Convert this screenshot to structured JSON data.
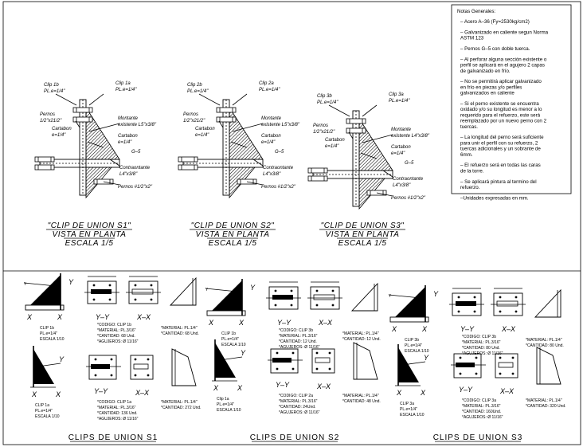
{
  "notes": {
    "header": "Notas Generales:",
    "items": [
      [
        "– Acero A–36  (Fy=2530kg/cm2)"
      ],
      [
        "– Galvanizado en caliente segun Norma",
        "ASTM 123"
      ],
      [
        "– Pernos G–5 con doble tuerca."
      ],
      [
        "– Al perforar alguna sección existente o",
        "perfil se aplicará en el agujero 2 capas",
        "de galvanizado en frío."
      ],
      [
        "– No se permitirá aplicar galvanizado",
        "en frío en piezas y/o perfiles",
        "galvanizados en caliente"
      ],
      [
        "– Si el perno existente se encuentra",
        "oxidado y/o su longitud es menor a lo",
        "requerido para el refuerzo, este será",
        "reemplazado por un nuevo perno con 2",
        "tuercas."
      ],
      [
        "– La longitud del perno será suficiente",
        "para unir el perfil con su refuerzo, 2",
        "tuercas adicionales y un sobrante de",
        "6mm."
      ],
      [
        "– El refuerzo será en todas las caras",
        "de la torre."
      ],
      [
        "– Se aplicará pintura al termino del",
        "refuerzo."
      ],
      [
        "–Unidades expresadas en mm."
      ]
    ]
  },
  "plan_details": [
    {
      "clip_label": [
        "Clip 1b",
        "PL.e=1/4\""
      ],
      "clip_label2": [
        "Clip 1a",
        "PL.e=1/4\""
      ],
      "pernos": [
        "Pernos",
        "1/2\"x21/2\""
      ],
      "montante": [
        "Montante",
        "existente L5\"x3/8\""
      ],
      "cartabon": [
        "Cartabon",
        "e=1/4\""
      ],
      "cartabon2": [
        "Cartabon",
        "e=1/4\""
      ],
      "grade": "G–5",
      "contra": [
        "Contraontante",
        "L4\"x3/8\""
      ],
      "pernos2": "Pernos #1/2\"x2\"",
      "title": [
        "\"CLIP DE UNION S1\"",
        "VISTA EN PLANTA",
        "ESCALA 1/5"
      ]
    },
    {
      "clip_label": [
        "Clip 2b",
        "PL.e=1/4\""
      ],
      "clip_label2": [
        "Clip 2a",
        "PL.e=1/4\""
      ],
      "pernos": [
        "Pernos",
        "1/2\"x21/2\""
      ],
      "montante": [
        "Montante",
        "existente L5\"x3/8\""
      ],
      "cartabon": [
        "Cartabon",
        "e=1/4\""
      ],
      "cartabon2": [
        "Cartabon",
        "e=1/4\""
      ],
      "grade": "G–5",
      "contra": [
        "Contraontante",
        "L4\"x3/8\""
      ],
      "pernos2": "Pernos #1/2\"x2\"",
      "title": [
        "\"CLIP DE UNION S2\"",
        "VISTA EN PLANTA",
        "ESCALA 1/5"
      ]
    },
    {
      "clip_label": [
        "Clip 3b",
        "PL.e=1/4\""
      ],
      "clip_label2": [
        "Clip 3a",
        "PL.e=1/4\""
      ],
      "pernos": [
        "Pernos",
        "1/2\"x21/2\""
      ],
      "montante": [
        "Montante",
        "existente L4\"x3/8\""
      ],
      "cartabon": [
        "Cartabon",
        "e=1/4\""
      ],
      "cartabon2": [
        "Cartabon",
        "e=1/4\""
      ],
      "grade": "G–5",
      "contra": [
        "Contraontante",
        "L4\"x3/8\""
      ],
      "pernos2": "Pernos #1/2\"x2\"",
      "title": [
        "\"CLIP DE UNION S3\"",
        "VISTA EN PLANTA",
        "ESCALA 1/5"
      ]
    }
  ],
  "clip_groups": [
    {
      "top": {
        "label": [
          "CLIP 1b",
          "PL.e=1/4\"",
          "ESCALA 1/10"
        ],
        "code": [
          "*CODIGO: CLIP 1b",
          "*MATERIAL: PL.3/16\"",
          "*CANTIDAD: 68 Und.",
          "*AGUJEROS: Ø 11/16\""
        ],
        "mat": [
          "*MATERIAL: PL.1/4\"",
          "*CANTIDAD: 68 Und."
        ]
      },
      "bottom": {
        "label": [
          "CLIP 1a",
          "PL.e=1/4\"",
          "ESCALA 1/10"
        ],
        "code": [
          "*CODIGO: CLIP 1a",
          "*MATERIAL: PL.3/16\"",
          "*CANTIDAD: 136 Und.",
          "*AGUJEROS: Ø 11/16\""
        ],
        "mat": [
          "*MATERIAL: PL.1/4\"",
          "*CANTIDAD: 272 Und."
        ]
      },
      "title": "CLIPS DE UNION S1"
    },
    {
      "top": {
        "label": [
          "CLIP 1b",
          "PL.e=1/4\"",
          "ESCALA 1/10"
        ],
        "code": [
          "*CODIGO: CLIP 3b",
          "*MATERIAL: PL.3/16\"",
          "*CANTIDAD: 12 Und.",
          "*AGUJEROS: Ø 11/16\""
        ],
        "mat": [
          "*MATERIAL: PL.1/4\"",
          "*CANTIDAD: 12 Und."
        ]
      },
      "bottom": {
        "label": [
          "Clip 1a",
          "PL.e=1/4\"",
          "ESCALA 1/10"
        ],
        "code": [
          "*CODIGO: CLIP 2a",
          "*MATERIAL: PL.3/16\"",
          "*CANTIDAD: 24Und.",
          "*AGUJEROS: Ø 11/16\""
        ],
        "mat": [
          "*MATERIAL: PL.1/4\"",
          "*CANTIDAD: 48 Und."
        ]
      },
      "title": "CLIPS DE UNION S2"
    },
    {
      "top": {
        "label": [
          "CLIP 3b",
          "PL.e=1/4\"",
          "ESCALA 1/10"
        ],
        "code": [
          "*CODIGO: CLIP 3b",
          "*MATERIAL: PL.3/16\"",
          "*CANTIDAD: 80 Und.",
          "*AGUJEROS: Ø 11/16\""
        ],
        "mat": [
          "*MATERIAL: PL.1/4\"",
          "*CANTIDAD: 80 Und."
        ]
      },
      "bottom": {
        "label": [
          "CLIP 3a",
          "PL.e=1/4\"",
          "ESCALA 1/10"
        ],
        "code": [
          "*CODIGO: CLIP 3a",
          "*MATERIAL: PL.3/16\"",
          "*CANTIDAD: 160Und.",
          "*AGUJEROS: Ø 11/16\""
        ],
        "mat": [
          "*MATERIAL: PL.1/4\"",
          "*CANTIDAD: 320 Und."
        ]
      },
      "title": "CLIPS DE UNION S3"
    }
  ],
  "axes": {
    "x": "X",
    "y": "Y",
    "yy": "Y–Y",
    "xx": "X–X"
  }
}
